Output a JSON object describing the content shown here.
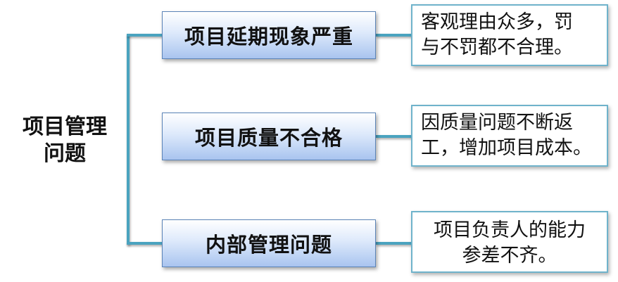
{
  "root": {
    "line1": "项目管理",
    "line2": "问题"
  },
  "branches": [
    {
      "title": "项目延期现象严重",
      "desc_line1": "客观理由众多，罚",
      "desc_line2": "与不罚都不合理。"
    },
    {
      "title": "项目质量不合格",
      "desc_line1": "因质量问题不断返",
      "desc_line2": "工，增加项目成本。"
    },
    {
      "title": "内部管理问题",
      "desc_line1": "项目负责人的能力",
      "desc_line2": "参差不齐。"
    }
  ],
  "colors": {
    "connector": "#4aa3bf",
    "main_box_border": "#5b84b8",
    "desc_box_border": "#6fb3cb"
  }
}
